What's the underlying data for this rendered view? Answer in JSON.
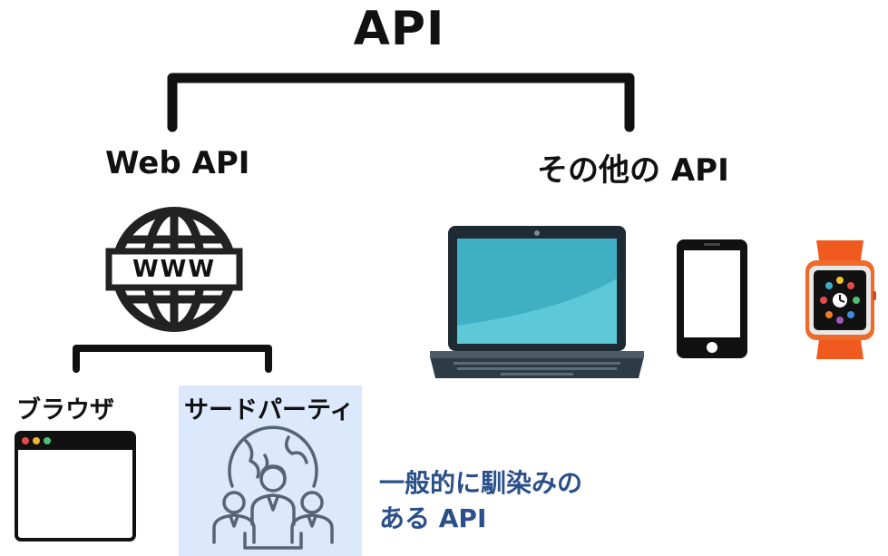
{
  "diagram": {
    "title": "API",
    "left_branch": {
      "label": "Web API",
      "globe_text": "WWW",
      "children": [
        {
          "label": "ブラウザ"
        },
        {
          "label": "サードパーティ"
        }
      ]
    },
    "right_branch": {
      "label": "その他の API"
    },
    "note": {
      "line1": "一般的に馴染みの",
      "line2": "ある API"
    },
    "colors": {
      "bracket": "#111111",
      "panel": "#dce8fb",
      "note_text": "#2a4f8a",
      "laptop_screen": "#3fb0c4",
      "watch_band": "#f05a1e"
    }
  }
}
